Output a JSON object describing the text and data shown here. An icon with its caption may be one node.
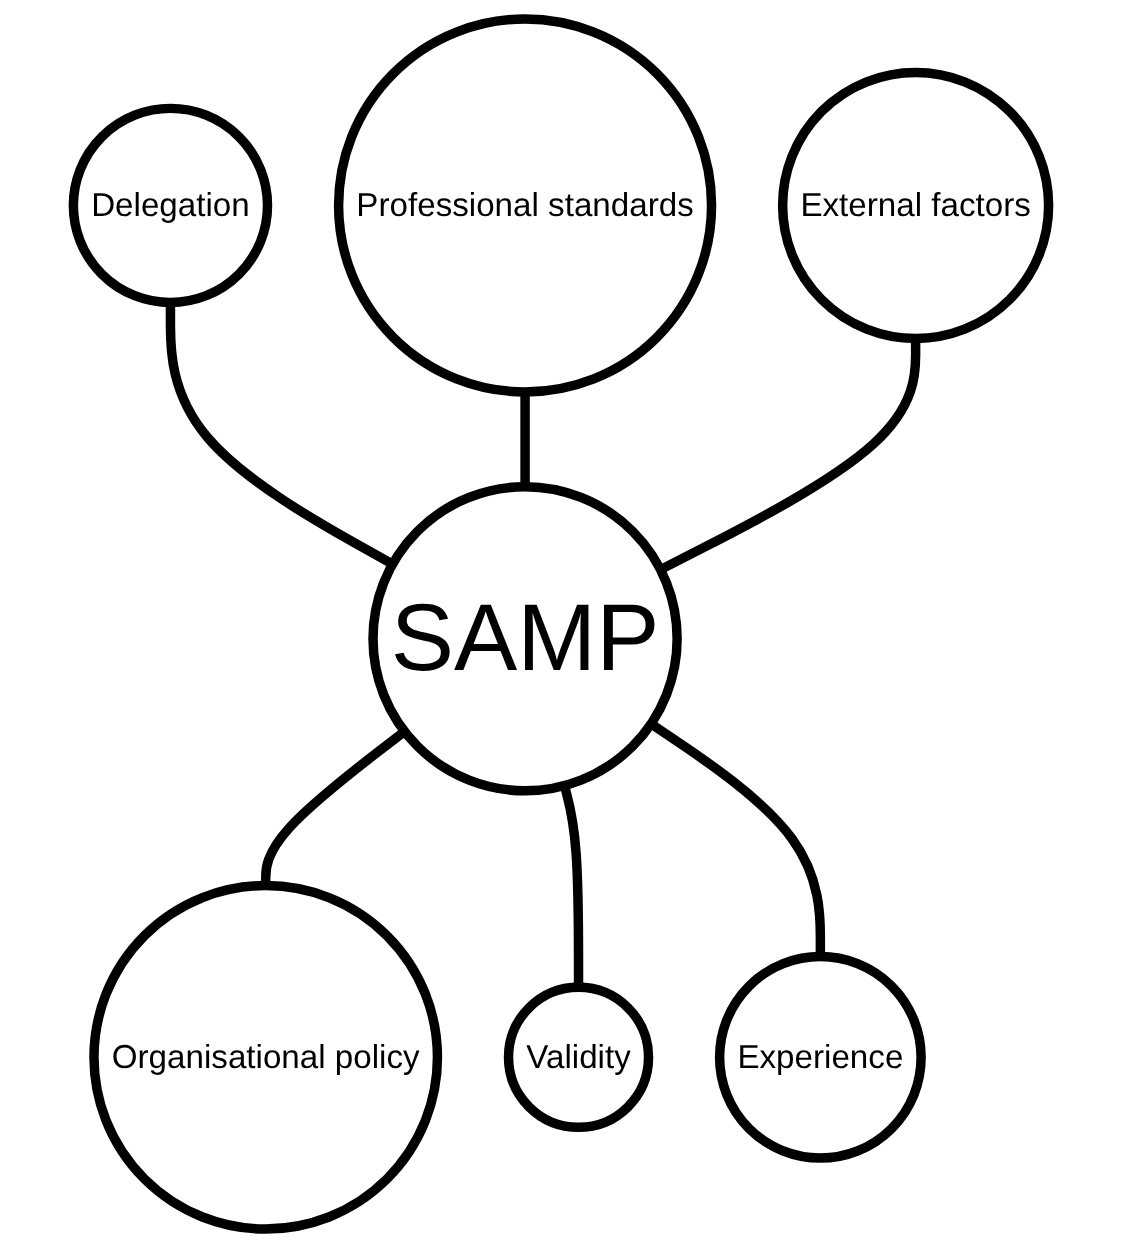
{
  "diagram": {
    "nodes": [
      {
        "text": [
          "Delegation"
        ]
      },
      {
        "text": [
          "Professional standards"
        ]
      },
      {
        "text": [
          "External factors"
        ]
      },
      {
        "text": [
          "SAMP"
        ]
      },
      {
        "text": [
          "Organisational policy"
        ]
      },
      {
        "text": [
          "Validity"
        ]
      },
      {
        "text": [
          "Experience"
        ]
      }
    ],
    "edges": [
      {
        "from": 3,
        "to": 0,
        "arrow": "none"
      },
      {
        "from": 3,
        "to": 1,
        "arrow": "none"
      },
      {
        "from": 3,
        "to": 2,
        "arrow": "none"
      },
      {
        "from": 3,
        "to": 4,
        "arrow": "none"
      },
      {
        "from": 3,
        "to": 5,
        "arrow": "none"
      },
      {
        "from": 3,
        "to": 6,
        "arrow": "none"
      }
    ]
  }
}
